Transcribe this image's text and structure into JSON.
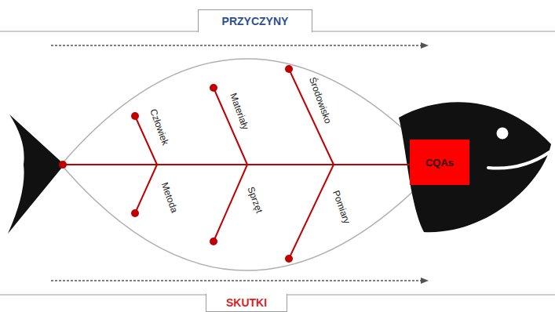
{
  "diagram": {
    "nodes": [
      {
        "text": [
          "PRZYCZYNY"
        ]
      },
      {
        "text": [
          "CQAs"
        ]
      },
      {
        "text": [
          "SKUTKI"
        ]
      }
    ],
    "labels": [
      "Człowiek",
      "Materiały",
      "Środowisko",
      "Metoda",
      "Sprzęt",
      "Pomiary"
    ]
  }
}
